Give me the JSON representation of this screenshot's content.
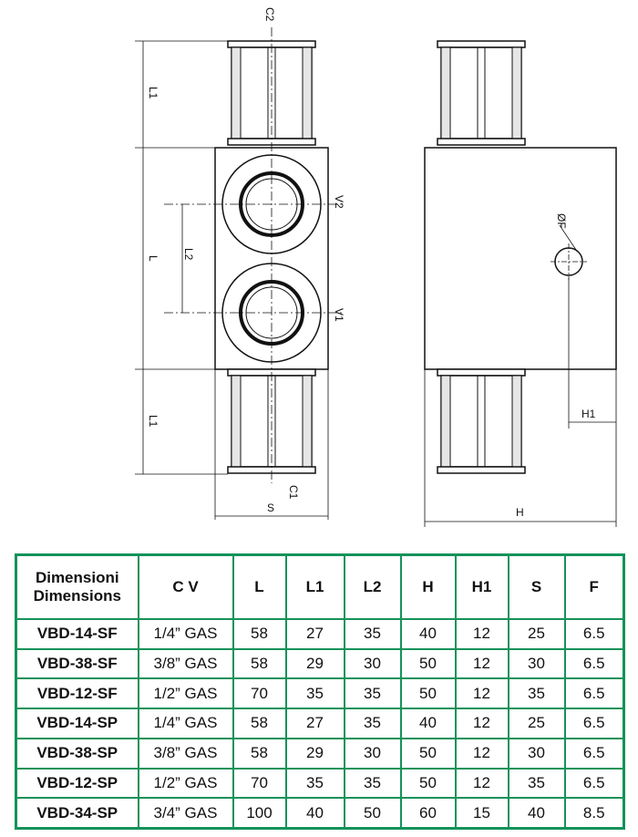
{
  "drawing": {
    "port_labels": {
      "c2": "C2",
      "c1": "C1",
      "v2": "V2",
      "v1": "V1"
    },
    "dimension_labels": {
      "l1_top": "L1",
      "l": "L",
      "l2": "L2",
      "l1_bottom": "L1",
      "s": "S",
      "h": "H",
      "h1": "H1",
      "f": "ØF"
    }
  },
  "table": {
    "header_line1": "Dimensioni",
    "header_line2": "Dimensions",
    "columns": [
      "C V",
      "L",
      "L1",
      "L2",
      "H",
      "H1",
      "S",
      "F"
    ],
    "rows": [
      [
        "VBD-14-SF",
        "1/4” GAS",
        "58",
        "27",
        "35",
        "40",
        "12",
        "25",
        "6.5"
      ],
      [
        "VBD-38-SF",
        "3/8” GAS",
        "58",
        "29",
        "30",
        "50",
        "12",
        "30",
        "6.5"
      ],
      [
        "VBD-12-SF",
        "1/2” GAS",
        "70",
        "35",
        "35",
        "50",
        "12",
        "35",
        "6.5"
      ],
      [
        "VBD-14-SP",
        "1/4” GAS",
        "58",
        "27",
        "35",
        "40",
        "12",
        "25",
        "6.5"
      ],
      [
        "VBD-38-SP",
        "3/8” GAS",
        "58",
        "29",
        "30",
        "50",
        "12",
        "30",
        "6.5"
      ],
      [
        "VBD-12-SP",
        "1/2” GAS",
        "70",
        "35",
        "35",
        "50",
        "12",
        "35",
        "6.5"
      ],
      [
        "VBD-34-SP",
        "3/4” GAS",
        "100",
        "40",
        "50",
        "60",
        "15",
        "40",
        "8.5"
      ]
    ]
  },
  "colors": {
    "table_border": "#14925a",
    "line": "#111111"
  }
}
